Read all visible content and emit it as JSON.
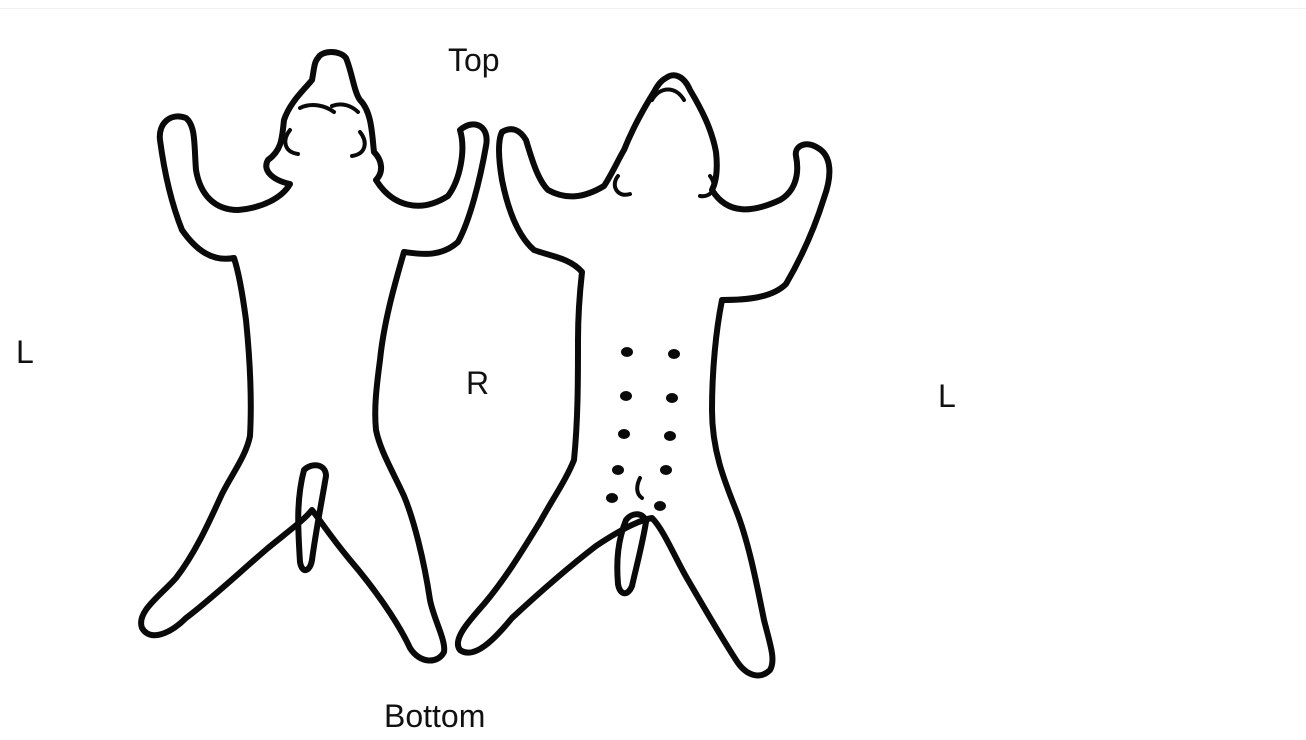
{
  "labels": {
    "top": "Top",
    "left": "L",
    "middle": "R",
    "right": "L",
    "bottom": "Bottom"
  },
  "colors": {
    "ink": "#0a0a0a",
    "background": "#ffffff"
  }
}
